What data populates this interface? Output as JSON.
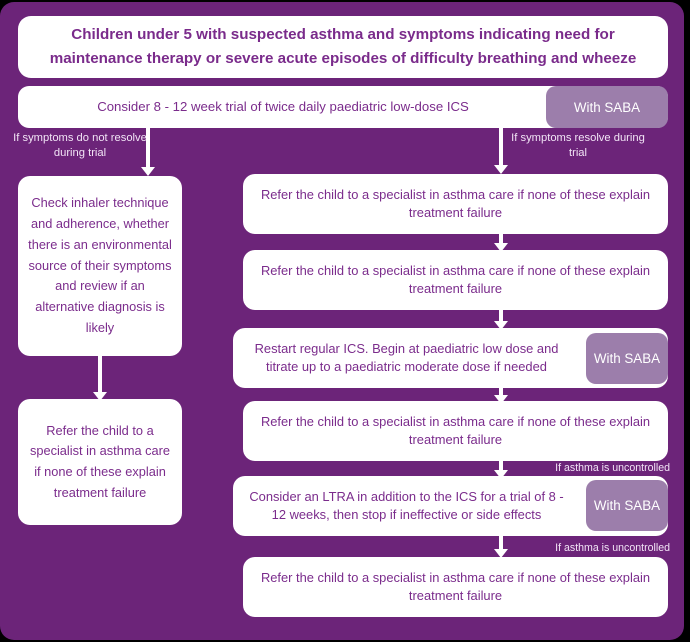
{
  "colors": {
    "background": "#6C2479",
    "box_fill": "#FFFFFF",
    "box_text": "#7B2C8C",
    "badge_fill": "#9C7EAB",
    "badge_text": "#FFFFFF",
    "connector": "#FFFFFF",
    "label_text": "#F2E4F6"
  },
  "header": {
    "title": "Children under 5 with suspected asthma and symptoms indicating need for maintenance therapy or severe acute episodes of difficulty breathing and wheeze"
  },
  "start_step": {
    "text": "Consider 8 - 12 week trial of twice daily paediatric low-dose ICS",
    "badge": "With SABA"
  },
  "branches": {
    "left_label": "If symptoms do not resolve during trial",
    "right_label": "If symptoms resolve during trial"
  },
  "left_column": {
    "steps": [
      {
        "text": "Check inhaler technique and adherence, whether there is an environmental source of their symptoms and review if an alternative diagnosis is likely"
      },
      {
        "text": "Refer the child to a specialist in asthma care if none of these explain treatment failure"
      }
    ]
  },
  "right_column": {
    "steps": [
      {
        "text": "Refer the child to a specialist in asthma care if none of these explain treatment failure",
        "badge": null,
        "edge_label": null
      },
      {
        "text": "Refer the child to a specialist in asthma care if none of these explain treatment failure",
        "badge": null,
        "edge_label": null
      },
      {
        "text": "Restart regular ICS. Begin at paediatric low dose and titrate up to a paediatric moderate dose if needed",
        "badge": "With SABA",
        "edge_label": null
      },
      {
        "text": "Refer the child to a specialist in asthma care if none of these explain treatment failure",
        "badge": null,
        "edge_label": null
      },
      {
        "text": "Consider an LTRA in addition to the ICS for a trial of 8 - 12 weeks, then stop if ineffective or side effects",
        "badge": "With SABA",
        "edge_label": "If asthma is uncontrolled"
      },
      {
        "text": "Refer the child to a specialist in asthma care if none of these explain treatment failure",
        "badge": null,
        "edge_label": "If asthma is uncontrolled"
      }
    ]
  }
}
